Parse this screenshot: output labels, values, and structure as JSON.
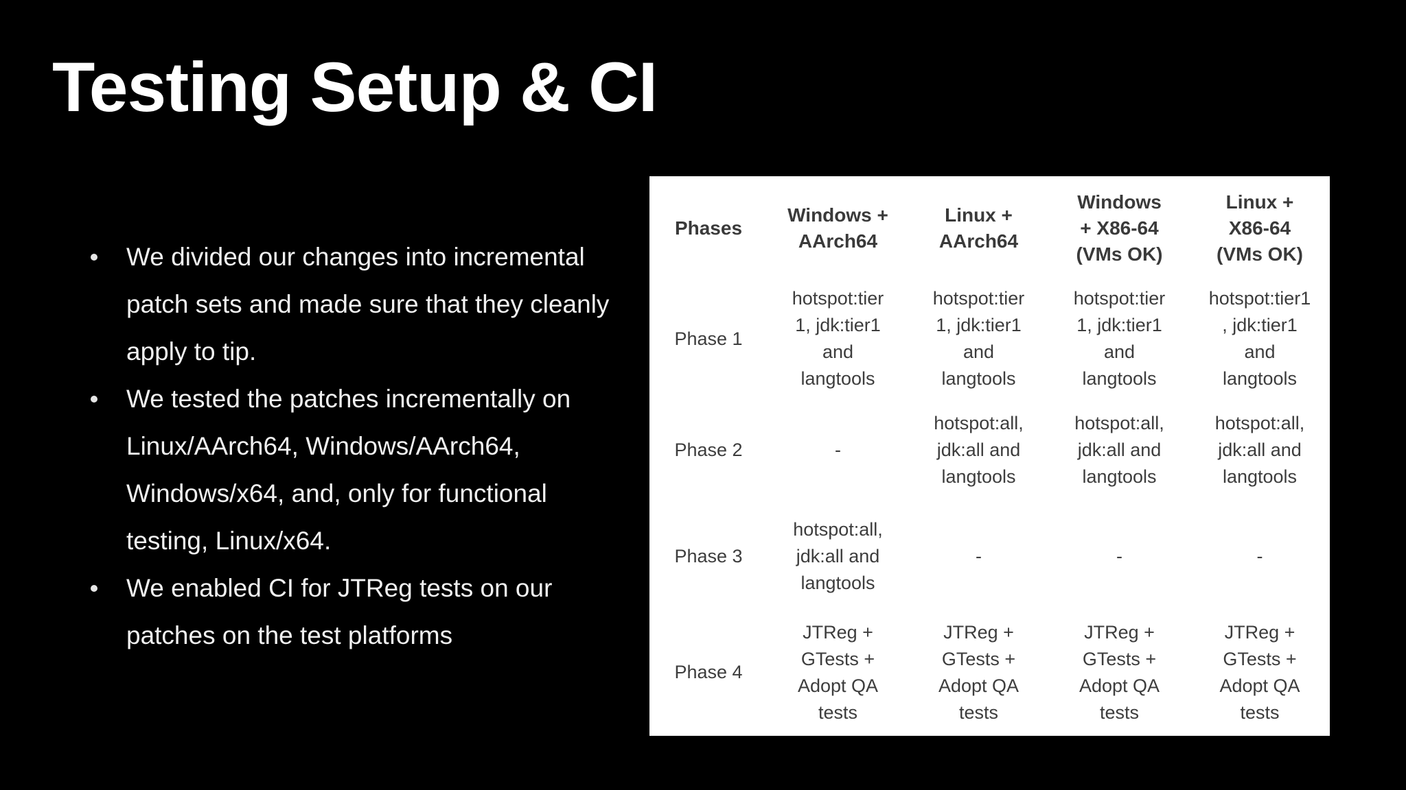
{
  "slide": {
    "title": "Testing Setup & CI",
    "bullets": [
      "We divided our changes into incremental\npatch sets and made sure that they cleanly\napply to tip.",
      "We tested the patches incrementally on\nLinux/AArch64, Windows/AArch64,\nWindows/x64, and, only for functional\ntesting, Linux/x64.",
      "We enabled CI for JTReg tests on our\npatches on the test platforms"
    ]
  },
  "table": {
    "headers": [
      "Phases",
      "Windows +\nAArch64",
      "Linux +\nAArch64",
      "Windows\n+ X86-64\n(VMs OK)",
      "Linux +\nX86-64\n(VMs OK)"
    ],
    "rows": [
      {
        "label": "Phase 1",
        "cells": [
          "hotspot:tier\n1, jdk:tier1\nand\nlangtools",
          "hotspot:tier\n1, jdk:tier1\nand\nlangtools",
          "hotspot:tier\n1, jdk:tier1\nand\nlangtools",
          "hotspot:tier1\n, jdk:tier1\nand\nlangtools"
        ]
      },
      {
        "label": "Phase 2",
        "cells": [
          "-",
          "hotspot:all,\njdk:all and\nlangtools",
          "hotspot:all,\njdk:all and\nlangtools",
          "hotspot:all,\njdk:all and\nlangtools"
        ]
      },
      {
        "label": "Phase 3",
        "cells": [
          "hotspot:all,\njdk:all and\nlangtools",
          "-",
          "-",
          "-"
        ]
      },
      {
        "label": "Phase 4",
        "cells": [
          "JTReg +\nGTests +\nAdopt QA\ntests",
          "JTReg +\nGTests +\nAdopt QA\ntests",
          "JTReg +\nGTests +\nAdopt QA\ntests",
          "JTReg +\nGTests +\nAdopt QA\ntests"
        ]
      }
    ]
  },
  "colors": {
    "background": "#000000",
    "title_text": "#ffffff",
    "body_text": "#f1f1f1",
    "table_background": "#ffffff",
    "table_text": "#3d3d3d"
  }
}
